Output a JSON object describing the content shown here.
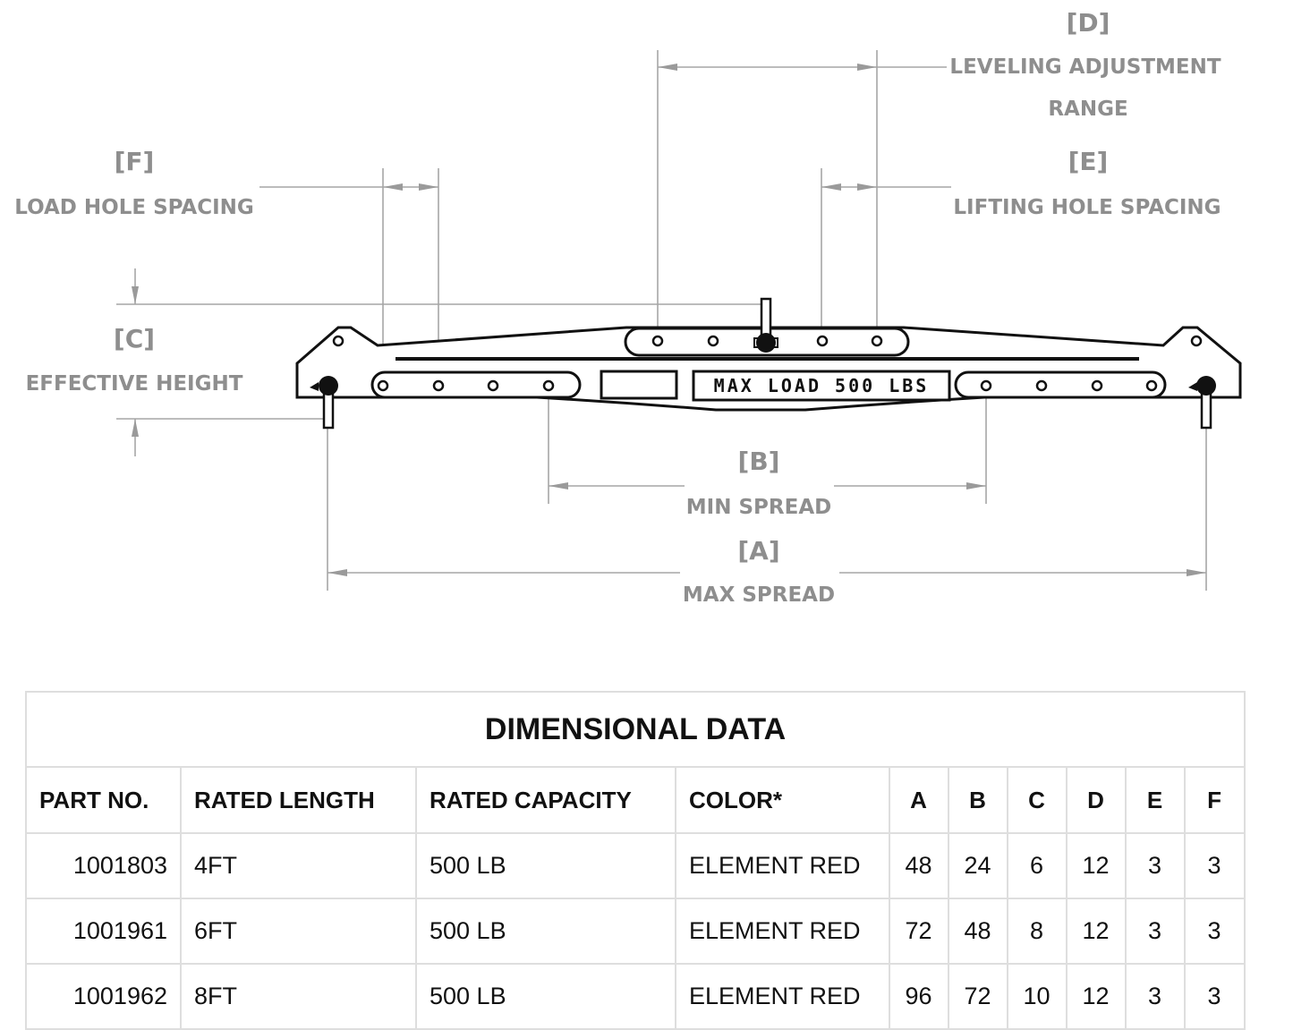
{
  "diagram": {
    "labels": {
      "d_letter": "[D]",
      "d_line1": "LEVELING ADJUSTMENT",
      "d_line2": "RANGE",
      "e_letter": "[E]",
      "e_text": "LIFTING HOLE SPACING",
      "f_letter": "[F]",
      "f_text": "LOAD HOLE SPACING",
      "c_letter": "[C]",
      "c_text": "EFFECTIVE HEIGHT",
      "b_letter": "[B]",
      "b_text": "MIN SPREAD",
      "a_letter": "[A]",
      "a_text": "MAX SPREAD"
    },
    "plate_text": "MAX LOAD 500 LBS"
  },
  "table": {
    "title": "DIMENSIONAL DATA",
    "headers": [
      "PART NO.",
      "RATED LENGTH",
      "RATED CAPACITY",
      "COLOR*",
      "A",
      "B",
      "C",
      "D",
      "E",
      "F"
    ],
    "rows": [
      [
        "1001803",
        "4FT",
        "500 LB",
        "ELEMENT RED",
        "48",
        "24",
        "6",
        "12",
        "3",
        "3"
      ],
      [
        "1001961",
        "6FT",
        "500 LB",
        "ELEMENT RED",
        "72",
        "48",
        "8",
        "12",
        "3",
        "3"
      ],
      [
        "1001962",
        "8FT",
        "500 LB",
        "ELEMENT RED",
        "96",
        "72",
        "10",
        "12",
        "3",
        "3"
      ]
    ]
  }
}
